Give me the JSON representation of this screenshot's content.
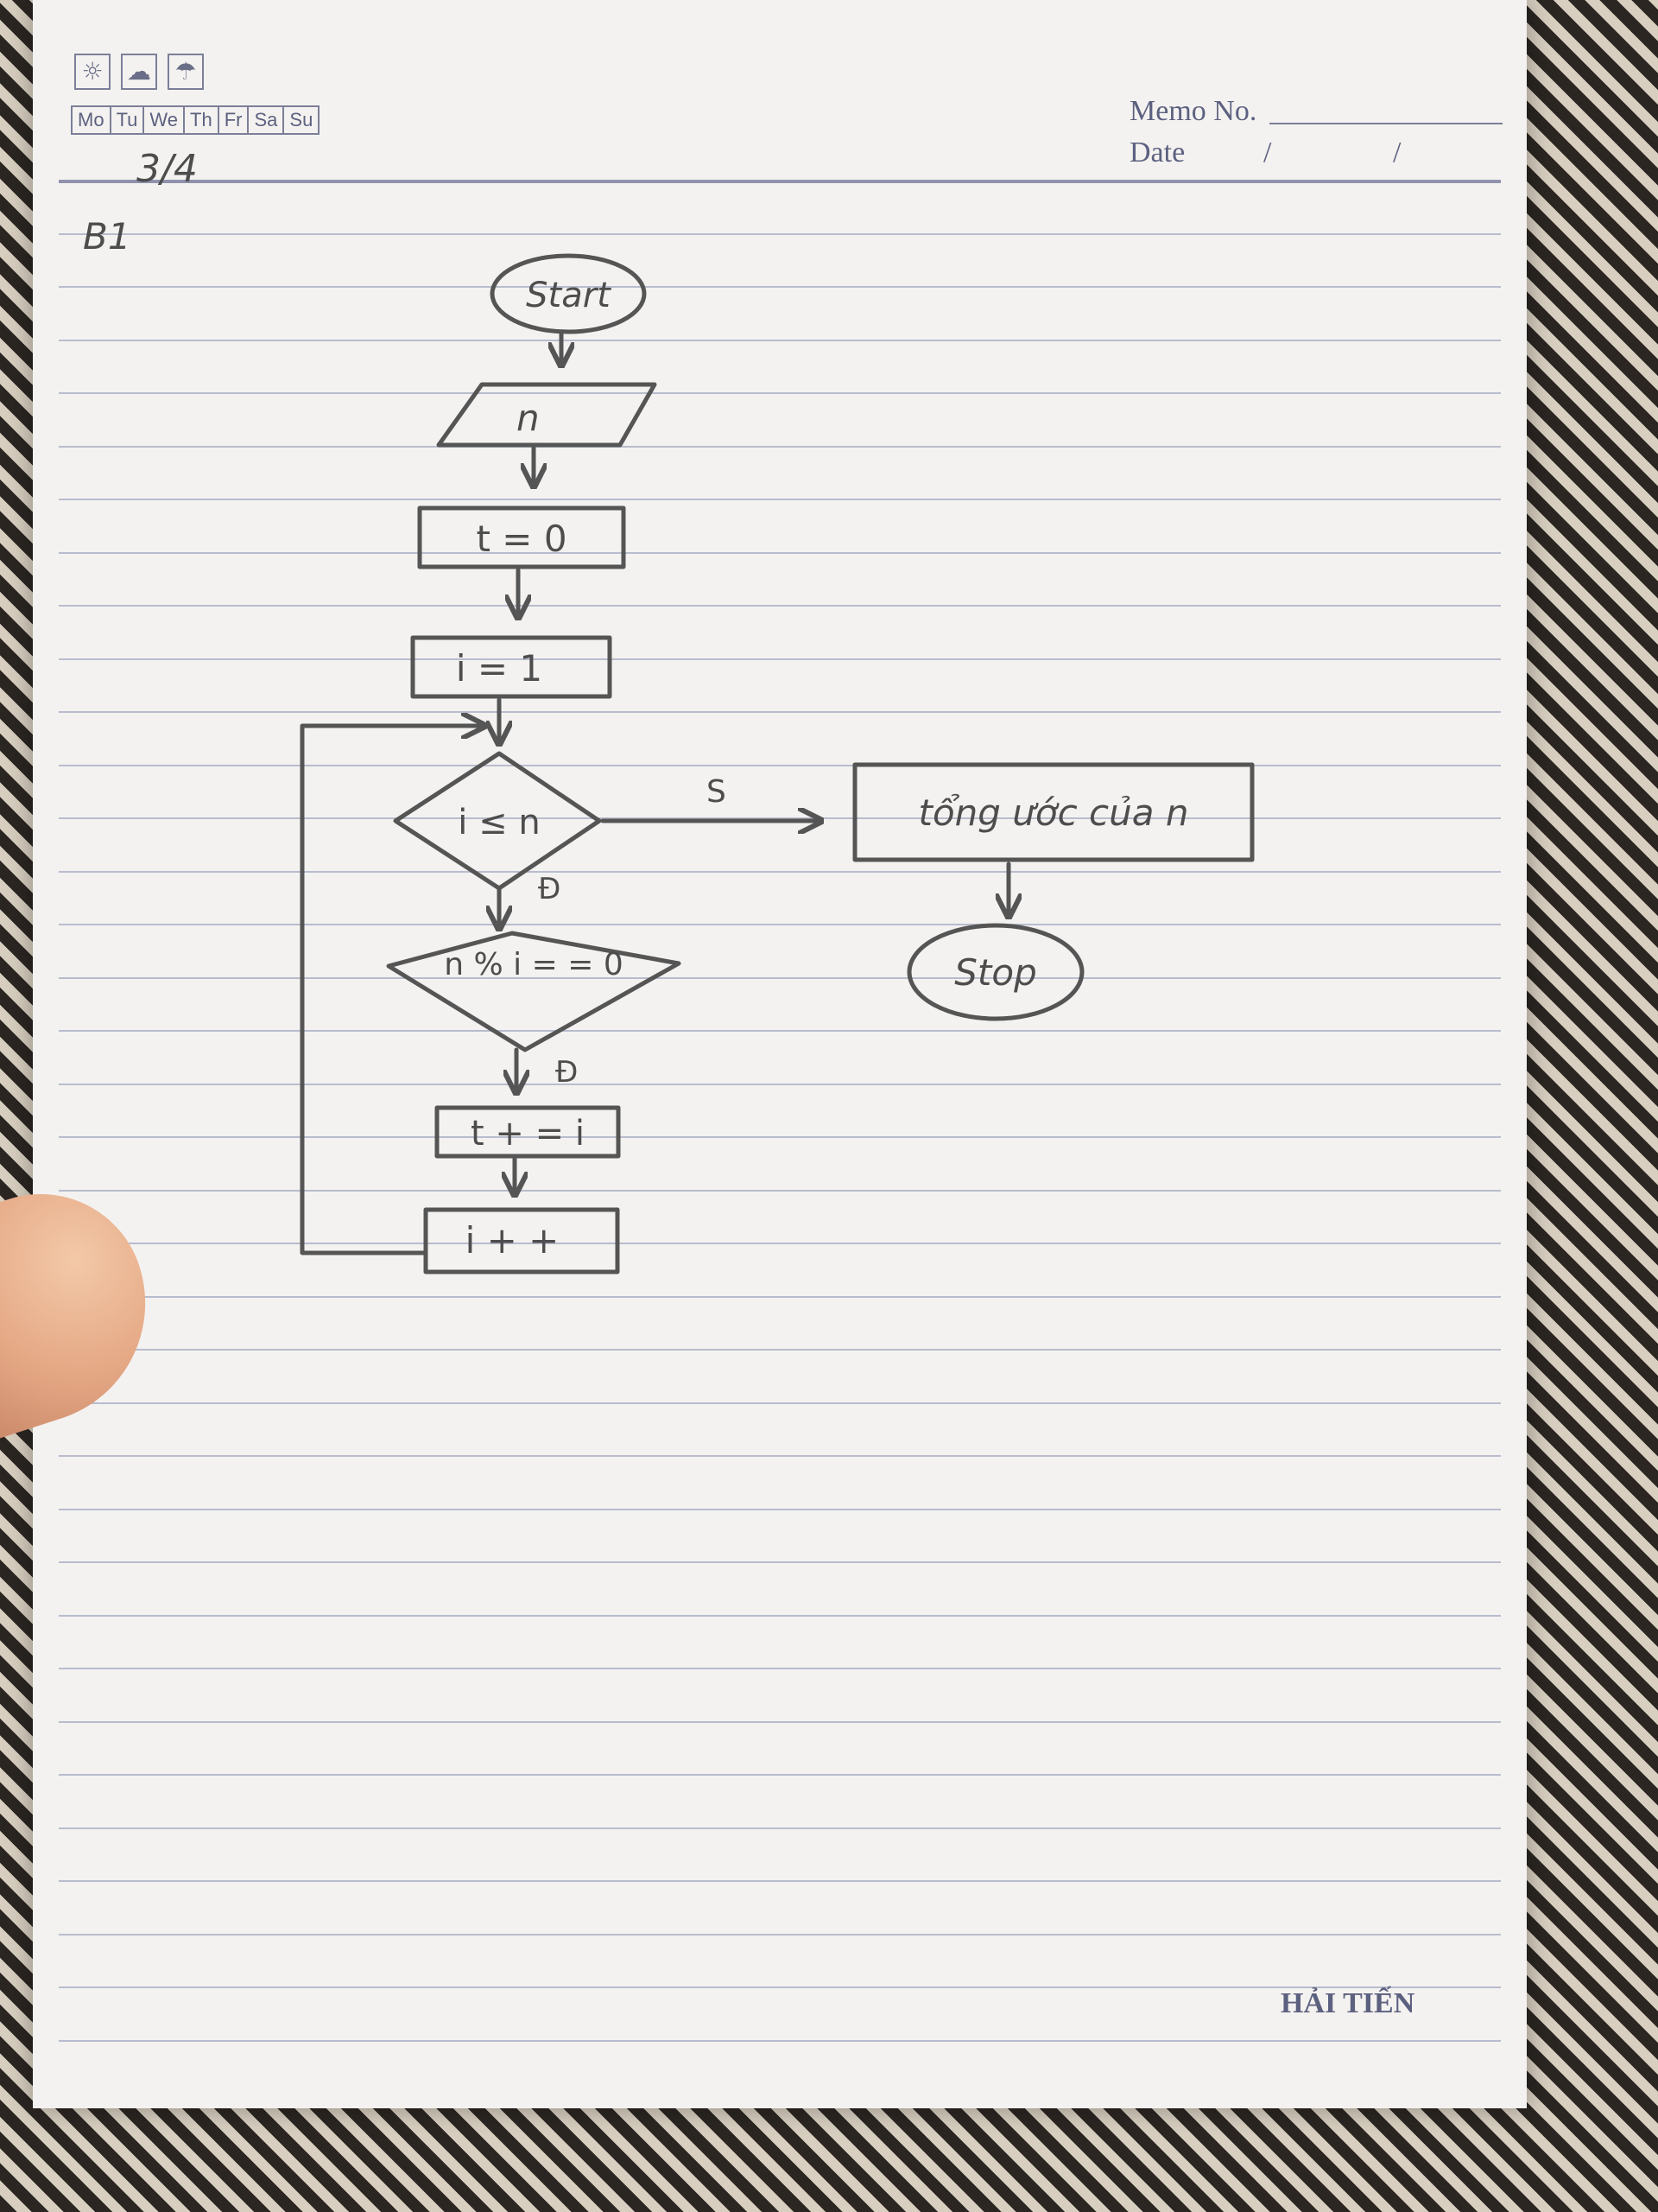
{
  "header": {
    "days": [
      "Mo",
      "Tu",
      "We",
      "Th",
      "Fr",
      "Sa",
      "Su"
    ],
    "memo_label": "Memo No.",
    "date_label": "Date",
    "date_separators": [
      "/",
      "/"
    ],
    "handwritten_date": "3/4",
    "exercise_label": "B1"
  },
  "weather_icons": [
    "sun-icon",
    "cloud-icon",
    "umbrella-icon"
  ],
  "flowchart": {
    "start": "Start",
    "input": "n",
    "init_t": "t = 0",
    "init_i": "i = 1",
    "condition": "i ≤ n",
    "condition_false_label": "S",
    "condition_true_label": "Đ",
    "check": "n % i = = 0",
    "check_true_label": "Đ",
    "accumulate": "t + = i",
    "increment": "i + +",
    "output": "tổng ước của n",
    "stop": "Stop"
  },
  "footer": {
    "brand": "HẢI TIẾN"
  }
}
